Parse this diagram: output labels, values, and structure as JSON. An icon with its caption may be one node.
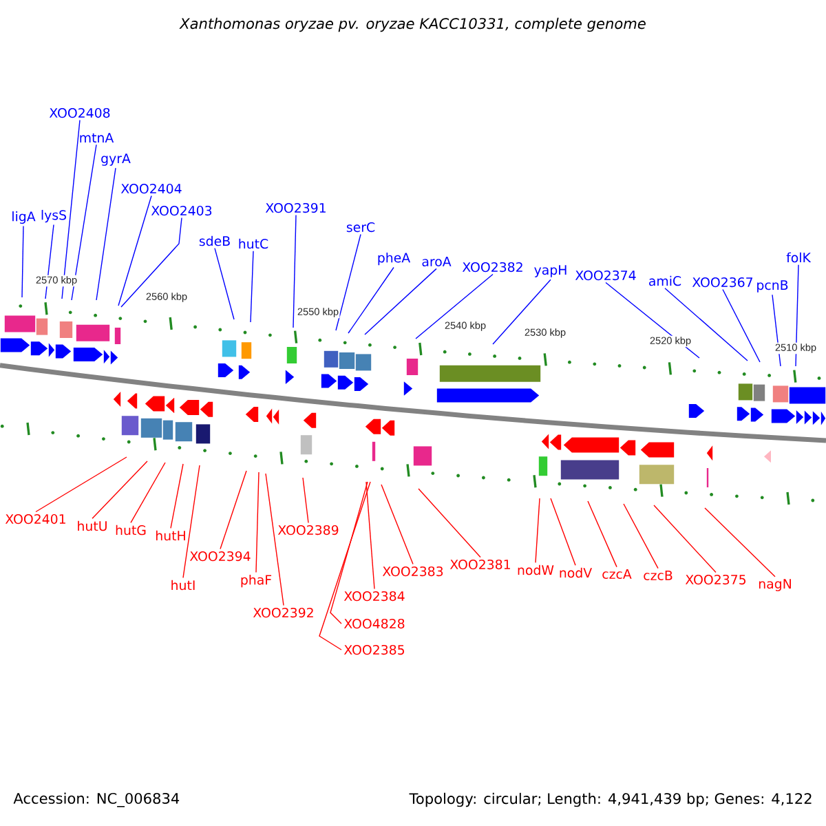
{
  "diagram": {
    "title": "Xanthomonas oryzae pv. oryzae KACC10331, complete genome",
    "nodes": [
      {
        "text": [
          "XOO2408"
        ]
      },
      {
        "text": [
          "mtnA"
        ]
      },
      {
        "text": [
          "gyrA"
        ]
      },
      {
        "text": [
          "XOO2404"
        ]
      },
      {
        "text": [
          "XOO2403"
        ]
      },
      {
        "text": [
          "ligA"
        ]
      },
      {
        "text": [
          "lysS"
        ]
      },
      {
        "text": [
          "XOO2391"
        ]
      },
      {
        "text": [
          "sdeB"
        ]
      },
      {
        "text": [
          "hutC"
        ]
      },
      {
        "text": [
          "serC"
        ]
      },
      {
        "text": [
          "pheA"
        ]
      },
      {
        "text": [
          "aroA"
        ]
      },
      {
        "text": [
          "XOO2382"
        ]
      },
      {
        "text": [
          "yapH"
        ]
      },
      {
        "text": [
          "XOO2374"
        ]
      },
      {
        "text": [
          "amiC"
        ]
      },
      {
        "text": [
          "XOO2367"
        ]
      },
      {
        "text": [
          "pcnB"
        ]
      },
      {
        "text": [
          "folK"
        ]
      },
      {
        "text": [
          "XOO2401"
        ]
      },
      {
        "text": [
          "hutU"
        ]
      },
      {
        "text": [
          "hutG"
        ]
      },
      {
        "text": [
          "hutH"
        ]
      },
      {
        "text": [
          "hutI"
        ]
      },
      {
        "text": [
          "XOO2394"
        ]
      },
      {
        "text": [
          "XOO2392"
        ]
      },
      {
        "text": [
          "phaF"
        ]
      },
      {
        "text": [
          "XOO2389"
        ]
      },
      {
        "text": [
          "XOO2383"
        ]
      },
      {
        "text": [
          "XOO2384"
        ]
      },
      {
        "text": [
          "XOO4828"
        ]
      },
      {
        "text": [
          "XOO2385"
        ]
      },
      {
        "text": [
          "XOO2381"
        ]
      },
      {
        "text": [
          "nodW"
        ]
      },
      {
        "text": [
          "nodV"
        ]
      },
      {
        "text": [
          "czcA"
        ]
      },
      {
        "text": [
          "czcB"
        ]
      },
      {
        "text": [
          "XOO2375"
        ]
      },
      {
        "text": [
          "nagN"
        ]
      }
    ],
    "edges": [
      {
        "from": 0,
        "to": null,
        "arrow": "none"
      },
      {
        "from": 1,
        "to": null,
        "arrow": "none"
      },
      {
        "from": 2,
        "to": null,
        "arrow": "none"
      },
      {
        "from": 3,
        "to": null,
        "arrow": "none"
      },
      {
        "from": 4,
        "to": null,
        "arrow": "none"
      },
      {
        "from": 5,
        "to": null,
        "arrow": "none"
      },
      {
        "from": 6,
        "to": null,
        "arrow": "none"
      },
      {
        "from": 7,
        "to": null,
        "arrow": "none"
      },
      {
        "from": 8,
        "to": null,
        "arrow": "none"
      },
      {
        "from": 9,
        "to": null,
        "arrow": "none"
      },
      {
        "from": 10,
        "to": null,
        "arrow": "none"
      },
      {
        "from": 11,
        "to": null,
        "arrow": "none"
      },
      {
        "from": 12,
        "to": null,
        "arrow": "none"
      },
      {
        "from": 13,
        "to": null,
        "arrow": "none"
      },
      {
        "from": 14,
        "to": null,
        "arrow": "none"
      },
      {
        "from": 15,
        "to": null,
        "arrow": "none"
      },
      {
        "from": 16,
        "to": null,
        "arrow": "none"
      },
      {
        "from": 17,
        "to": null,
        "arrow": "none"
      },
      {
        "from": 18,
        "to": null,
        "arrow": "none"
      },
      {
        "from": 19,
        "to": null,
        "arrow": "none"
      },
      {
        "from": 20,
        "to": null,
        "arrow": "none",
        "color": "#ff0000"
      },
      {
        "from": 21,
        "to": null,
        "arrow": "none",
        "color": "#ff0000"
      },
      {
        "from": 22,
        "to": null,
        "arrow": "none",
        "color": "#ff0000"
      },
      {
        "from": 23,
        "to": null,
        "arrow": "none",
        "color": "#ff0000"
      },
      {
        "from": 24,
        "to": null,
        "arrow": "none",
        "color": "#ff0000"
      },
      {
        "from": 25,
        "to": null,
        "arrow": "none",
        "color": "#ff0000"
      },
      {
        "from": 26,
        "to": null,
        "arrow": "none",
        "color": "#ff0000"
      },
      {
        "from": 27,
        "to": null,
        "arrow": "none",
        "color": "#ff0000"
      },
      {
        "from": 28,
        "to": null,
        "arrow": "none",
        "color": "#ff0000"
      },
      {
        "from": 29,
        "to": null,
        "arrow": "none",
        "color": "#ff0000"
      },
      {
        "from": 30,
        "to": null,
        "arrow": "none",
        "color": "#ff0000"
      },
      {
        "from": 31,
        "to": null,
        "arrow": "none",
        "color": "#ff0000"
      },
      {
        "from": 32,
        "to": null,
        "arrow": "none",
        "color": "#ff0000"
      },
      {
        "from": 33,
        "to": null,
        "arrow": "none",
        "color": "#ff0000"
      },
      {
        "from": 34,
        "to": null,
        "arrow": "none",
        "color": "#ff0000"
      },
      {
        "from": 35,
        "to": null,
        "arrow": "none",
        "color": "#ff0000"
      },
      {
        "from": 36,
        "to": null,
        "arrow": "none",
        "color": "#ff0000"
      },
      {
        "from": 37,
        "to": null,
        "arrow": "none",
        "color": "#ff0000"
      },
      {
        "from": 38,
        "to": null,
        "arrow": "none",
        "color": "#ff0000"
      },
      {
        "from": 39,
        "to": null,
        "arrow": "none",
        "color": "#ff0000"
      }
    ],
    "labels": [
      "2570 kbp",
      "2560 kbp",
      "2550 kbp",
      "2540 kbp",
      "2530 kbp",
      "2520 kbp",
      "2510 kbp",
      "Accession: NC_006834",
      "Topology: circular; Length: 4,941,439 bp; Genes: 4,122"
    ]
  }
}
